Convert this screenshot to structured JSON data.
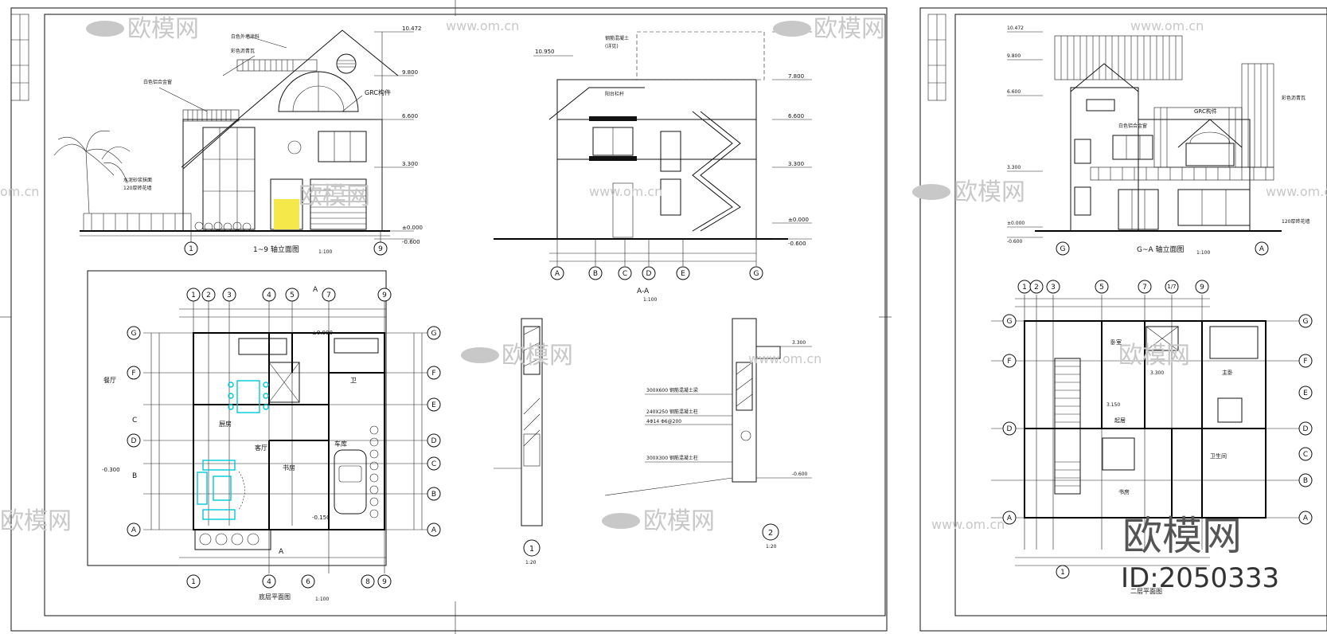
{
  "sheet": {
    "watermark_brand": "欧模网",
    "watermark_url": "www.om.cn",
    "watermark_url_short": "om.cn",
    "id_label": "ID:2050333"
  },
  "views": {
    "front_elevation": {
      "title": "1~9 轴立面图",
      "scale": "1:100",
      "axis_left": "1",
      "axis_right": "9",
      "notes": [
        "白色外墙涂料",
        "GRC构件",
        "白色铝合金窗",
        "水泥砂浆抹面",
        "彩色沥青瓦",
        "120厚砖花墙"
      ],
      "levels": [
        "10.472",
        "9.800",
        "6.600",
        "3.300",
        "±0.000",
        "-0.600"
      ]
    },
    "section": {
      "title": "A-A",
      "scale": "1:100",
      "axes": [
        "A",
        "B",
        "C",
        "D",
        "E",
        "G"
      ],
      "levels": [
        "10.950",
        "7.800",
        "6.600",
        "3.300",
        "±0.000",
        "-0.600"
      ],
      "notes": [
        "钢筋混凝土",
        "(详见)",
        "阳台栏杆"
      ]
    },
    "ground_plan": {
      "title": "底层平面图",
      "scale": "1:100",
      "top_axes": [
        "1",
        "2",
        "3",
        "4",
        "5",
        "7",
        "9"
      ],
      "bottom_axes": [
        "1",
        "4",
        "6",
        "8",
        "9"
      ],
      "side_axes": [
        "G",
        "F",
        "E",
        "D",
        "C",
        "B",
        "A"
      ],
      "rooms": [
        "餐厅",
        "厨房",
        "客厅",
        "车库",
        "书房",
        "卫"
      ],
      "section_marks": [
        "A",
        "B",
        "C"
      ],
      "levels": [
        "-0.300",
        "-0.150",
        "±0.000"
      ]
    },
    "detail_1": {
      "label": "1",
      "scale": "1:20"
    },
    "detail_2": {
      "label": "2",
      "scale": "1:20",
      "notes": [
        "300X600 钢筋混凝土梁",
        "240X250 钢筋混凝土柱",
        "4Φ14 Φ6@200",
        "300X300 钢筋混凝土柱"
      ],
      "levels": [
        "3.300",
        "-0.600"
      ]
    },
    "side_elevation": {
      "title": "G~A 轴立面图",
      "scale": "1:100",
      "axis_left": "G",
      "axis_right": "A",
      "notes": [
        "GRC构件",
        "白色铝合金窗",
        "彩色沥青瓦",
        "120厚砖花墙"
      ],
      "levels": [
        "10.472",
        "9.800",
        "6.600",
        "3.300",
        "±0.000",
        "-0.600"
      ]
    },
    "upper_plan": {
      "title": "二层平面图",
      "top_axes": [
        "1",
        "2",
        "3",
        "5",
        "7",
        "1/7",
        "9"
      ],
      "side_axes": [
        "G",
        "F",
        "E",
        "D",
        "C",
        "B",
        "A"
      ],
      "bottom_axes": [
        "1"
      ],
      "rooms": [
        "卧室",
        "主卧",
        "起居",
        "卫生间",
        "书房"
      ],
      "levels": [
        "3.300",
        "3.150"
      ]
    }
  }
}
